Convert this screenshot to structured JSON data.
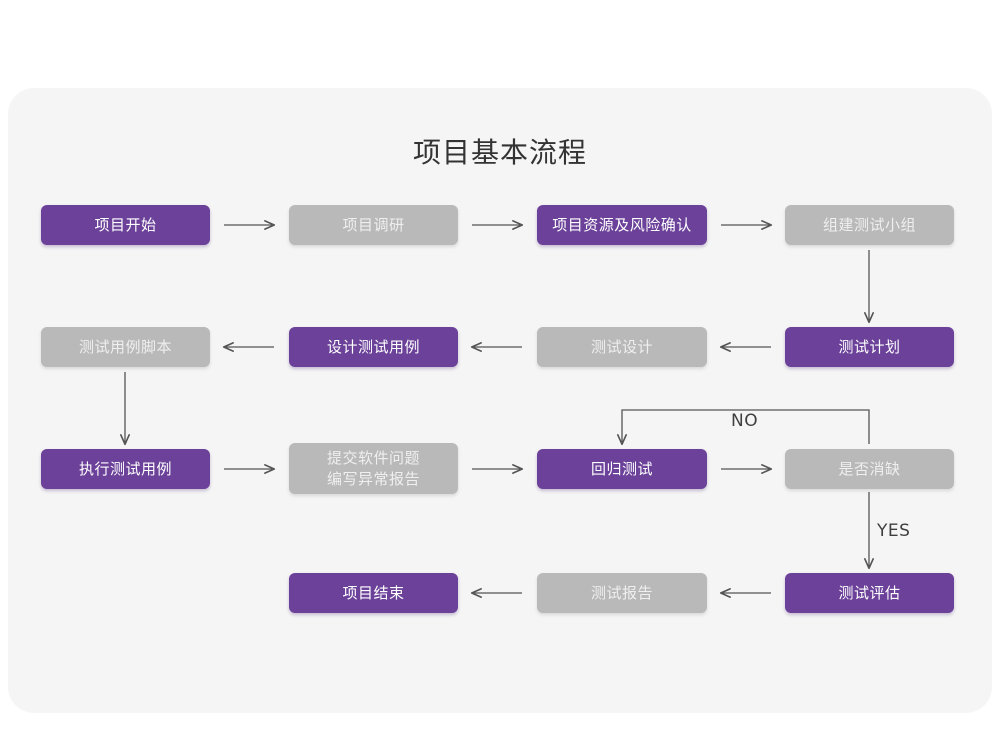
{
  "title": "项目基本流程",
  "colors": {
    "purple": "#6b4199",
    "gray": "#b9b9b9",
    "canvas": "#f5f5f5",
    "page": "#ffffff",
    "edge": "#555555",
    "title_text": "#333333"
  },
  "nodes": {
    "project_start": {
      "label": "项目开始",
      "style": "purple"
    },
    "project_research": {
      "label": "项目调研",
      "style": "gray"
    },
    "resource_risk_confirm": {
      "label": "项目资源及风险确认",
      "style": "purple"
    },
    "build_test_team": {
      "label": "组建测试小组",
      "style": "gray"
    },
    "test_case_script": {
      "label": "测试用例脚本",
      "style": "gray"
    },
    "design_test_case": {
      "label": "设计测试用例",
      "style": "purple"
    },
    "test_design": {
      "label": "测试设计",
      "style": "gray"
    },
    "test_plan": {
      "label": "测试计划",
      "style": "purple"
    },
    "execute_test_case": {
      "label": "执行测试用例",
      "style": "purple"
    },
    "submit_issue_report": {
      "label": "提交软件问题\n编写异常报告",
      "style": "gray"
    },
    "regression_test": {
      "label": "回归测试",
      "style": "purple"
    },
    "is_defect_cleared": {
      "label": "是否消缺",
      "style": "gray"
    },
    "project_end": {
      "label": "项目结束",
      "style": "purple"
    },
    "test_report": {
      "label": "测试报告",
      "style": "gray"
    },
    "test_evaluation": {
      "label": "测试评估",
      "style": "purple"
    }
  },
  "edge_labels": {
    "no": "NO",
    "yes": "YES"
  }
}
